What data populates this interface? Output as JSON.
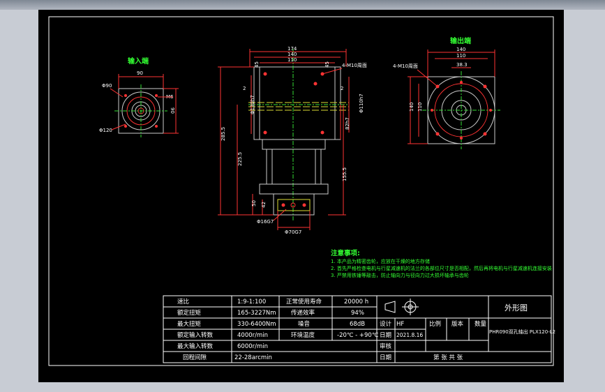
{
  "views": {
    "input_view_title": "输入端",
    "output_view_title": "输出端",
    "input_dims": {
      "width_top": "90",
      "phi_left": "Φ90",
      "m6": "M6",
      "phi_bottom": "Φ120",
      "right": "90"
    },
    "front_dims": {
      "d174": "174",
      "d140": "140",
      "d110": "110",
      "d45a": "45",
      "d45b": "45",
      "holes": "4-M10周面",
      "d2a": "2",
      "d2b": "2",
      "phi130": "Φ130h7",
      "phi110": "Φ110h7",
      "d82": "82h7",
      "d2855": "285.5",
      "d2255": "225.5",
      "d1555": "155.5",
      "d50": "50",
      "d42": "42",
      "phi16": "Φ16G7",
      "phi70": "Φ70G7"
    },
    "output_dims": {
      "d140": "140",
      "d110": "110",
      "d383": "38.3",
      "holes": "4-M10周面",
      "side140": "140",
      "side110": "110"
    }
  },
  "notes": {
    "title": "注意事项:",
    "items": [
      "1. 本产品为精密齿轮，应放在干燥的地方存储",
      "2. 首先严格检查电机与行星减速机的法兰的各部位尺寸是否相配，然后再将电机与行星减速机连接安装",
      "3. 严禁用铁锤等敲击，防止轴向力与径向力过大损坏轴承与齿轮"
    ]
  },
  "spec_table": {
    "rows": [
      {
        "l1": "速比",
        "v1": "1:9-1:100",
        "l2": "正常使用寿命",
        "v2": "20000 h"
      },
      {
        "l1": "额定扭矩",
        "v1": "165-3227Nm",
        "l2": "传递效率",
        "v2": "94%"
      },
      {
        "l1": "最大扭矩",
        "v1": "330-6400Nm",
        "l2": "噪音",
        "v2": "68dB"
      },
      {
        "l1": "额定输入转数",
        "v1": "4000r/min",
        "l2": "环境温度",
        "v2": "-20℃ - +90℃"
      },
      {
        "l1": "最大输入转数",
        "v1": "6000r/min",
        "l2": "",
        "v2": ""
      },
      {
        "l1": "回程间隙",
        "v1": "22-28arcmin",
        "l2": "",
        "v2": ""
      }
    ]
  },
  "title_block": {
    "drawing_name": "外形图",
    "part_code": "PHR090双孔轴出 PLX120-L2",
    "design_label": "设计",
    "design_value": "HF",
    "date_label": "日期",
    "date_value": "2021.8.16",
    "review_label": "审核",
    "date2_label": "日期",
    "scale_label": "比例",
    "version_label": "版本",
    "qty_label": "数量",
    "sheets": "第    张    共    张"
  },
  "colors": {
    "frame": "#ffffff",
    "part": "#cccccc",
    "dim": "#ff3333",
    "center": "#33dd33",
    "label": "#ffffff",
    "title_green": "#33ff33",
    "hole": "#ff3333"
  }
}
